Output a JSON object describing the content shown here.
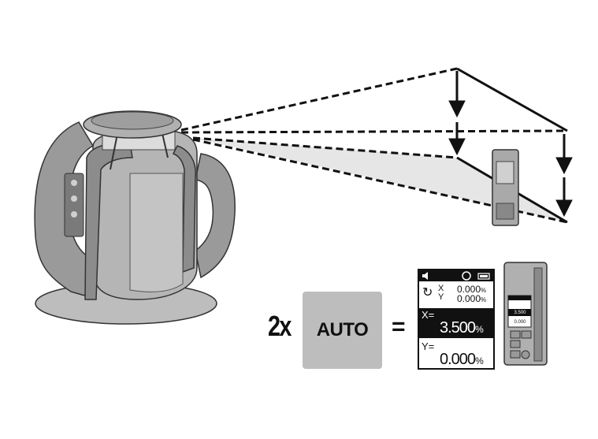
{
  "multiplier": "2x",
  "auto_key_label": "AUTO",
  "equals": "=",
  "display": {
    "x_small_label": "X",
    "y_small_label": "Y",
    "x_small_value": "0.000",
    "y_small_value": "0.000",
    "x_big_label": "X=",
    "x_big_value": "3.500",
    "y_big_label": "Y=",
    "y_big_value": "0.000",
    "unit": "%"
  },
  "receiver_screen": {
    "x_value": "3.500",
    "y_value": "0.000",
    "small_value": "0.000"
  }
}
